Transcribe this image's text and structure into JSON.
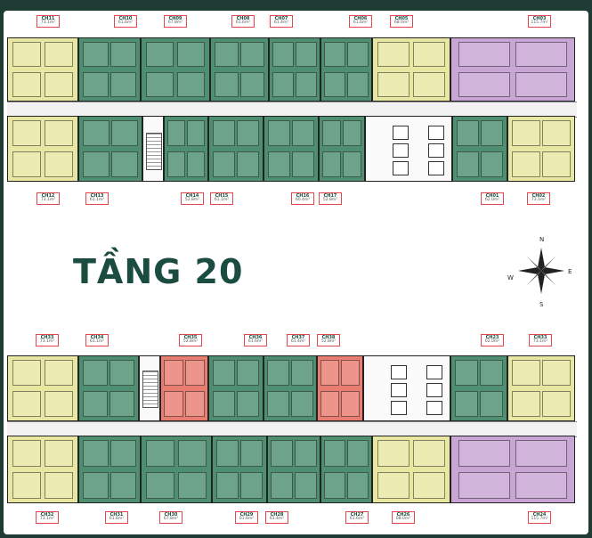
{
  "floor_title": "TẦNG 20",
  "compass": {
    "n": "N",
    "e": "E",
    "s": "S",
    "w": "W"
  },
  "colors": {
    "green": "#4e8f71",
    "yellow": "#e8e7a1",
    "purple": "#c8a5d4",
    "red": "#e97d72",
    "frame_bg": "#1e3b34",
    "accent": "#1b4c40"
  },
  "top_labels": [
    {
      "code": "CH11",
      "area": "73.1m²"
    },
    {
      "code": "CH10",
      "area": "61.6m²"
    },
    {
      "code": "CH09",
      "area": "67.8m²"
    },
    {
      "code": "CH08",
      "area": "61.6m²"
    },
    {
      "code": "CH07",
      "area": "61.4m²"
    },
    {
      "code": "CH06",
      "area": "61.6m²"
    },
    {
      "code": "CH05",
      "area": "68.0m²"
    },
    {
      "code": "CH03",
      "area": "115.7m²"
    },
    {
      "code": "CH12",
      "area": "73.1m²"
    },
    {
      "code": "CH13",
      "area": "61.1m²"
    },
    {
      "code": "CH14",
      "area": "52.8m²"
    },
    {
      "code": "CH15",
      "area": "61.1m²"
    },
    {
      "code": "CH16",
      "area": "60.4m²"
    },
    {
      "code": "CH17",
      "area": "52.8m²"
    },
    {
      "code": "CH01",
      "area": "62.0m²"
    },
    {
      "code": "CH02",
      "area": "73.1m²"
    }
  ],
  "bottom_labels": [
    {
      "code": "CH33",
      "area": "73.1m²"
    },
    {
      "code": "CH34",
      "area": "61.1m²"
    },
    {
      "code": "CH35",
      "area": "52.8m²"
    },
    {
      "code": "CH36",
      "area": "61.6m²"
    },
    {
      "code": "CH37",
      "area": "61.4m²"
    },
    {
      "code": "CH38",
      "area": "52.8m²"
    },
    {
      "code": "CH23",
      "area": "62.0m²"
    },
    {
      "code": "CH33",
      "area": "73.1m²"
    },
    {
      "code": "CH32",
      "area": "73.1m²"
    },
    {
      "code": "CH31",
      "area": "61.6m²"
    },
    {
      "code": "CH30",
      "area": "67.8m²"
    },
    {
      "code": "CH29",
      "area": "61.6m²"
    },
    {
      "code": "CH28",
      "area": "61.4m²"
    },
    {
      "code": "CH27",
      "area": "61.6m²"
    },
    {
      "code": "CH26",
      "area": "68.0m²"
    },
    {
      "code": "CH24",
      "area": "115.7m²"
    }
  ]
}
